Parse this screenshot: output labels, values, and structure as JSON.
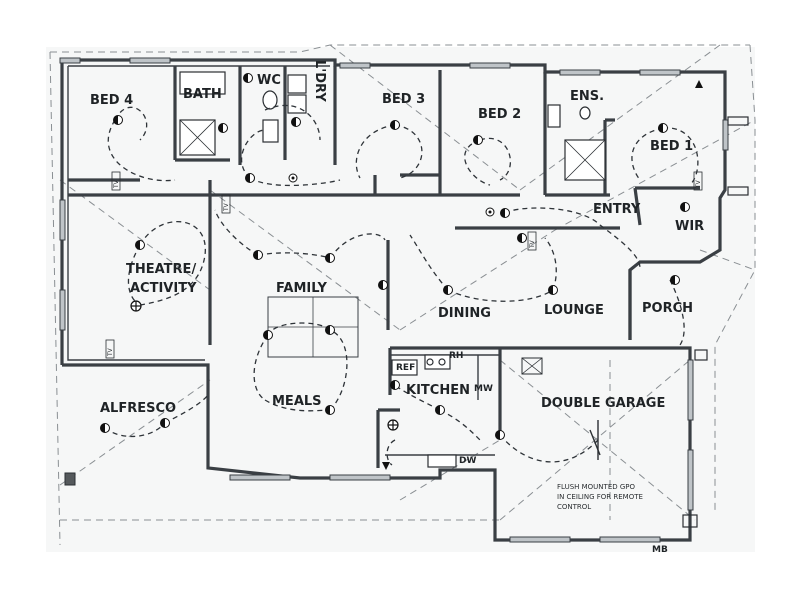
{
  "plan": {
    "rooms": [
      {
        "key": "bed4",
        "label": "BED 4"
      },
      {
        "key": "bath",
        "label": "BATH"
      },
      {
        "key": "wc",
        "label": "WC"
      },
      {
        "key": "ldry",
        "label": "L'DRY"
      },
      {
        "key": "bed3",
        "label": "BED 3"
      },
      {
        "key": "bed2",
        "label": "BED 2"
      },
      {
        "key": "ens",
        "label": "ENS."
      },
      {
        "key": "bed1",
        "label": "BED 1"
      },
      {
        "key": "entry",
        "label": "ENTRY"
      },
      {
        "key": "wir",
        "label": "WIR"
      },
      {
        "key": "theatre1",
        "label": "THEATRE/"
      },
      {
        "key": "theatre2",
        "label": "ACTIVITY"
      },
      {
        "key": "family",
        "label": "FAMILY"
      },
      {
        "key": "dining",
        "label": "DINING"
      },
      {
        "key": "lounge",
        "label": "LOUNGE"
      },
      {
        "key": "porch",
        "label": "PORCH"
      },
      {
        "key": "alfresco",
        "label": "ALFRESCO"
      },
      {
        "key": "meals",
        "label": "MEALS"
      },
      {
        "key": "kitchen",
        "label": "KITCHEN"
      },
      {
        "key": "garage",
        "label": "DOUBLE GARAGE"
      }
    ],
    "appliances": {
      "ref": "REF",
      "rh": "RH",
      "mw": "MW",
      "dw": "DW",
      "mb": "MB"
    },
    "tv_tag": "TV",
    "note_lines": [
      "FLUSH MOUNTED GPO",
      "IN CEILING FOR REMOTE",
      "CONTROL"
    ]
  }
}
